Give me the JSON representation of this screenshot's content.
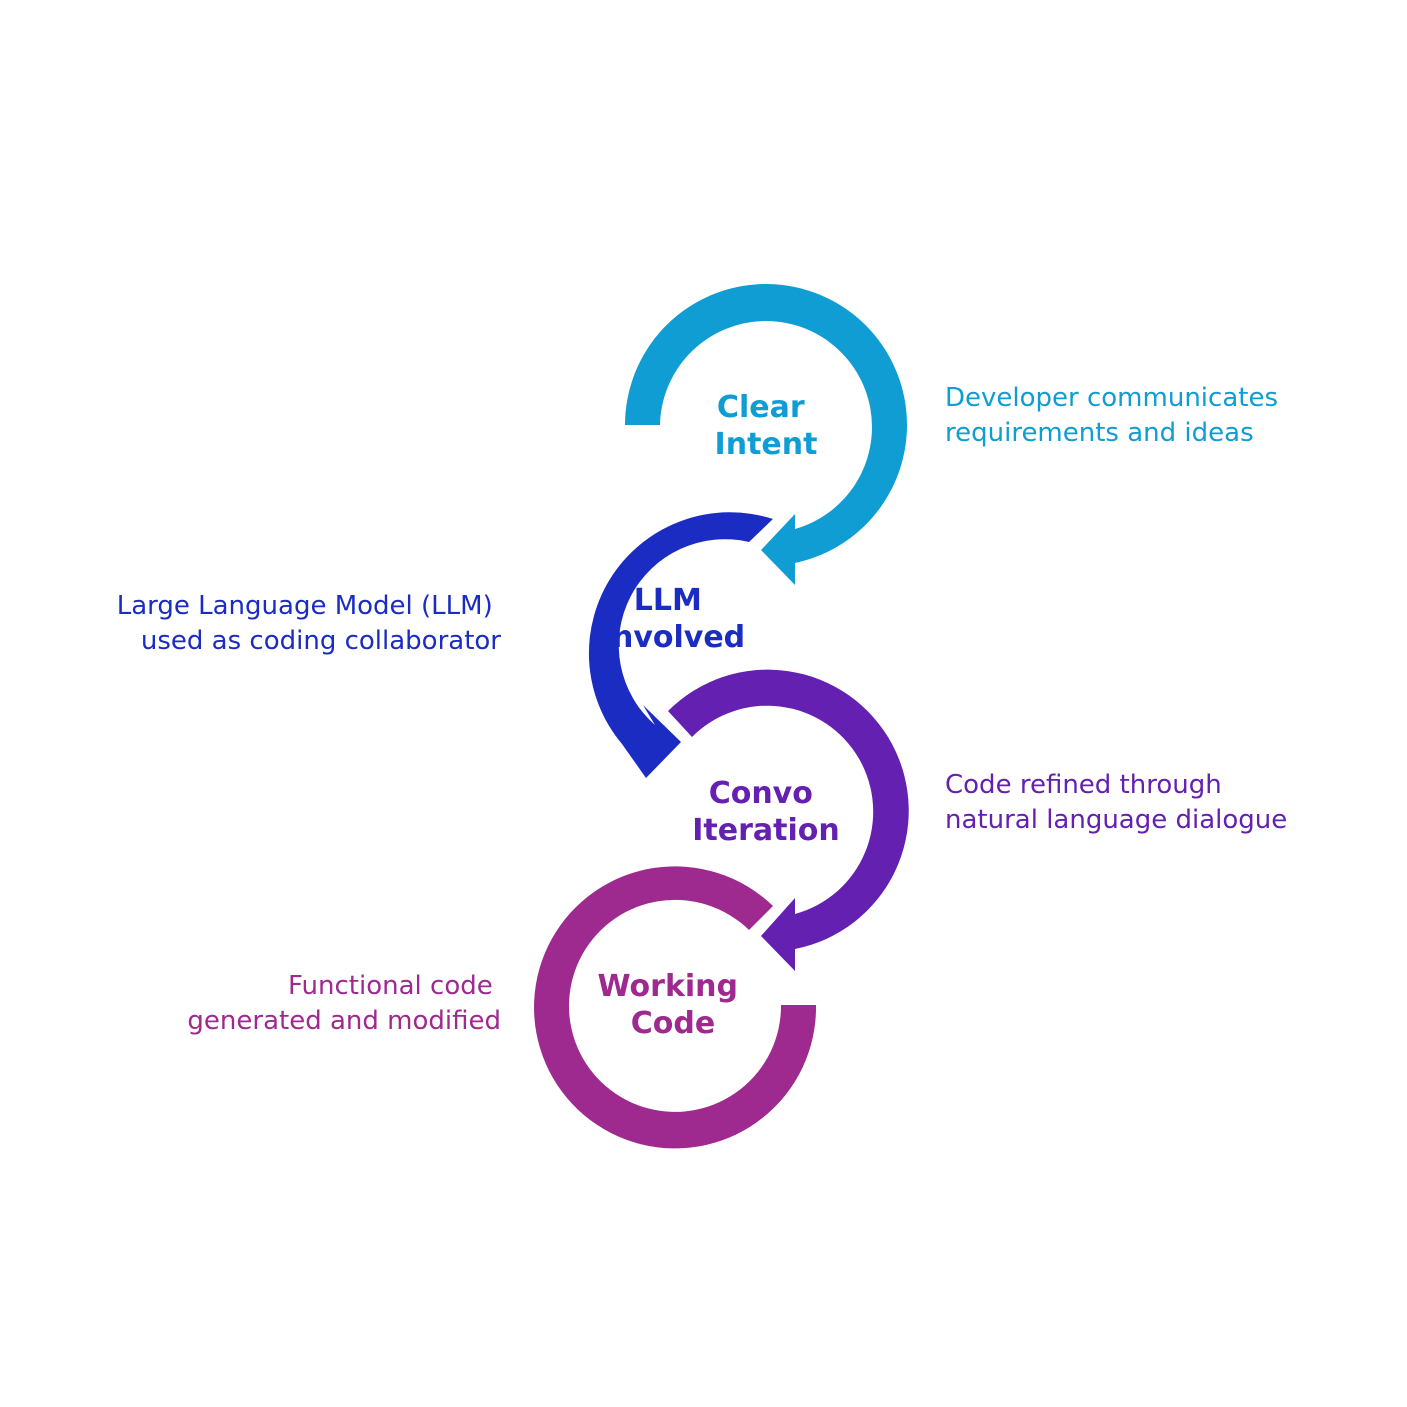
{
  "steps": [
    {
      "title": [
        "Clear",
        "Intent"
      ],
      "description": [
        "Developer communicates",
        "requirements and ideas"
      ],
      "color": "#109DD3"
    },
    {
      "title": [
        "LLM",
        "Involved"
      ],
      "description": [
        "Large Language Model (LLM)",
        "used as coding collaborator"
      ],
      "color": "#1B2CC2"
    },
    {
      "title": [
        "Convo",
        "Iteration"
      ],
      "description": [
        "Code refined through",
        "natural language dialogue"
      ],
      "color": "#6420B0"
    },
    {
      "title": [
        "Working",
        "Code"
      ],
      "description": [
        "Functional code",
        "generated and modified"
      ],
      "color": "#9E2A90"
    }
  ]
}
